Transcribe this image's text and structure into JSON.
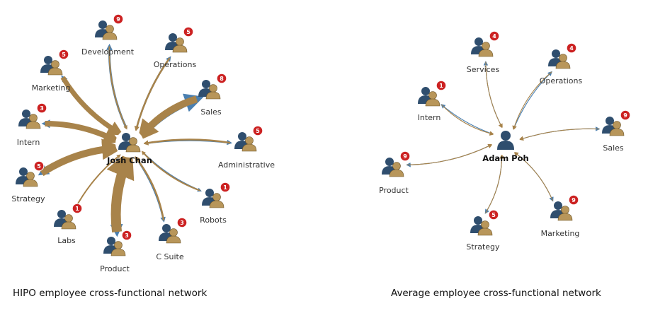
{
  "colors": {
    "inbound": "#a8834a",
    "outbound": "#4a7fb0",
    "badge": "#cc2222",
    "person_dark": "#2f4e6e",
    "person_light": "#b8965a"
  },
  "hipo": {
    "caption": "HIPO employee cross-functional network",
    "center": {
      "label": "Josh Chan",
      "icon": "people-pair-icon"
    },
    "nodes": [
      {
        "id": "development",
        "label": "Development",
        "badge": "9"
      },
      {
        "id": "operations",
        "label": "Operations",
        "badge": "5"
      },
      {
        "id": "marketing",
        "label": "Marketing",
        "badge": "5"
      },
      {
        "id": "sales",
        "label": "Sales",
        "badge": "8"
      },
      {
        "id": "intern",
        "label": "Intern",
        "badge": "3"
      },
      {
        "id": "administrative",
        "label": "Administrative",
        "badge": "5"
      },
      {
        "id": "strategy",
        "label": "Strategy",
        "badge": "5"
      },
      {
        "id": "robots",
        "label": "Robots",
        "badge": "1"
      },
      {
        "id": "labs",
        "label": "Labs",
        "badge": "1"
      },
      {
        "id": "csuite",
        "label": "C Suite",
        "badge": "3"
      },
      {
        "id": "product",
        "label": "Product",
        "badge": "3"
      }
    ]
  },
  "average": {
    "caption": "Average employee cross-functional network",
    "center": {
      "label": "Adam Poh",
      "icon": "person-icon"
    },
    "nodes": [
      {
        "id": "services",
        "label": "Services",
        "badge": "4"
      },
      {
        "id": "operations",
        "label": "Operations",
        "badge": "4"
      },
      {
        "id": "intern",
        "label": "Intern",
        "badge": "1"
      },
      {
        "id": "sales",
        "label": "Sales",
        "badge": "9"
      },
      {
        "id": "product",
        "label": "Product",
        "badge": "9"
      },
      {
        "id": "marketing",
        "label": "Marketing",
        "badge": "9"
      },
      {
        "id": "strategy",
        "label": "Strategy",
        "badge": "5"
      }
    ]
  }
}
